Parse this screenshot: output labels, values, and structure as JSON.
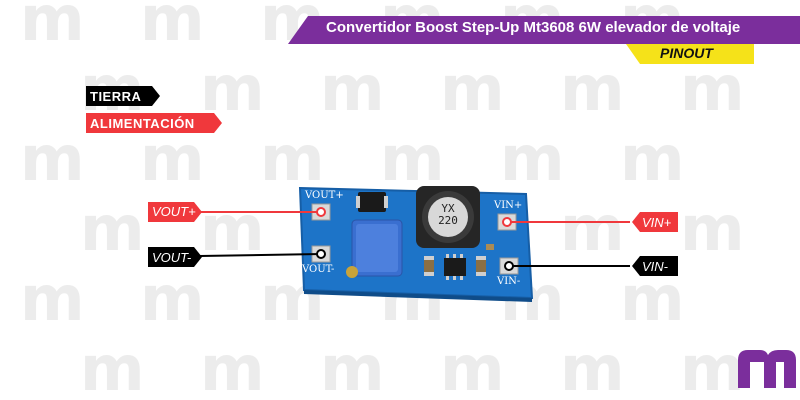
{
  "header": {
    "title": "Convertidor Boost Step-Up Mt3608 6W elevador de voltaje",
    "subtitle": "PINOUT",
    "accent_purple": "#7b2e9c",
    "accent_yellow": "#f5e219"
  },
  "legend": {
    "items": [
      {
        "label": "TIERRA",
        "color": "#000000"
      },
      {
        "label": "ALIMENTACIÓN",
        "color": "#f0383c"
      }
    ]
  },
  "pins": {
    "vout_plus": {
      "label": "VOUT+",
      "color": "#f0383c"
    },
    "vout_minus": {
      "label": "VOUT-",
      "color": "#000000"
    },
    "vin_plus": {
      "label": "VIN+",
      "color": "#f0383c"
    },
    "vin_minus": {
      "label": "VIN-",
      "color": "#000000"
    }
  },
  "board": {
    "silkscreen": {
      "vout_plus": "VOUT+",
      "vout_minus": "VOUT-",
      "vin_plus": "VIN+",
      "vin_minus": "VIN-"
    },
    "inductor_text": [
      "YX",
      "220"
    ],
    "pcb_color": "#1d74c8",
    "pot_color": "#3a6fd0"
  },
  "brand": {
    "logo_icon": "m-logo-icon",
    "logo_color": "#7b2e9c"
  }
}
